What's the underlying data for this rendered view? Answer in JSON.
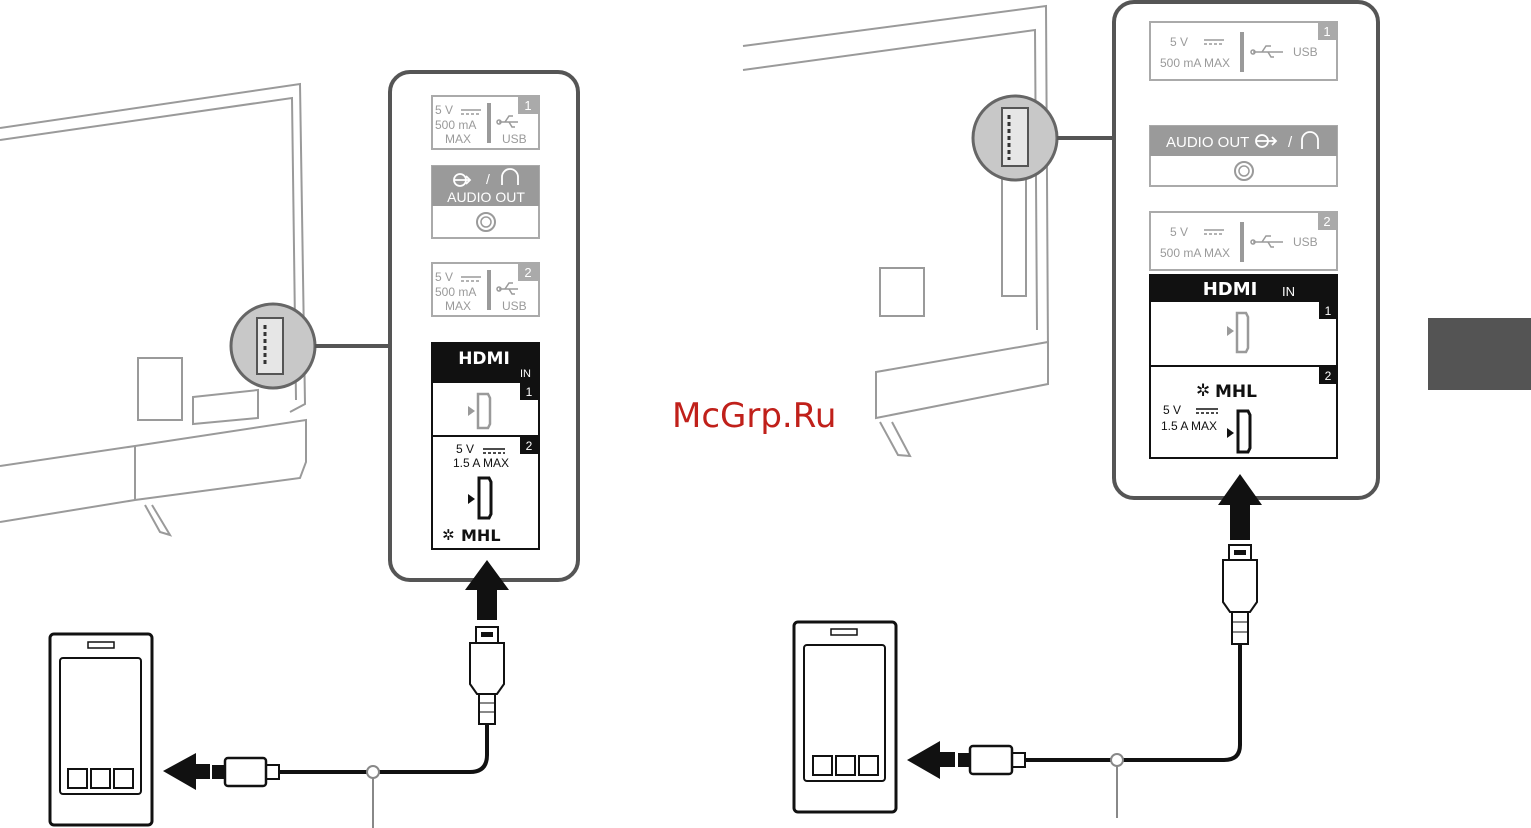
{
  "left_panel": {
    "usb1": {
      "voltage": "5 V",
      "current": "500 mA",
      "max": "MAX",
      "usb": "USB",
      "number": "1"
    },
    "audio": {
      "label": "AUDIO OUT",
      "slash": "/"
    },
    "usb2": {
      "voltage": "5 V",
      "current": "500 mA",
      "max": "MAX",
      "usb": "USB",
      "number": "2"
    },
    "hdmi": {
      "logo": "HDMI",
      "in": "IN",
      "port1": "1",
      "port2": "2",
      "mhl_voltage": "5 V",
      "mhl_current": "1.5 A MAX",
      "mhl_logo": "MHL"
    }
  },
  "right_panel": {
    "usb1": {
      "voltage": "5 V",
      "current": "500 mA MAX",
      "usb": "USB",
      "number": "1"
    },
    "audio": {
      "label": "AUDIO OUT",
      "slash": "/"
    },
    "usb2": {
      "voltage": "5 V",
      "current": "500 mA MAX",
      "usb": "USB",
      "number": "2"
    },
    "hdmi": {
      "logo": "HDMI",
      "in": "IN",
      "port1": "1",
      "port2": "2",
      "mhl_logo": "MHL",
      "mhl_voltage": "5 V",
      "mhl_current": "1.5 A MAX"
    }
  },
  "watermark": "McGrp.Ru",
  "colors": {
    "outline": "#3a3a3a",
    "light": "#9a9a9a",
    "tab": "#545454",
    "watermark": "#c0201a"
  }
}
